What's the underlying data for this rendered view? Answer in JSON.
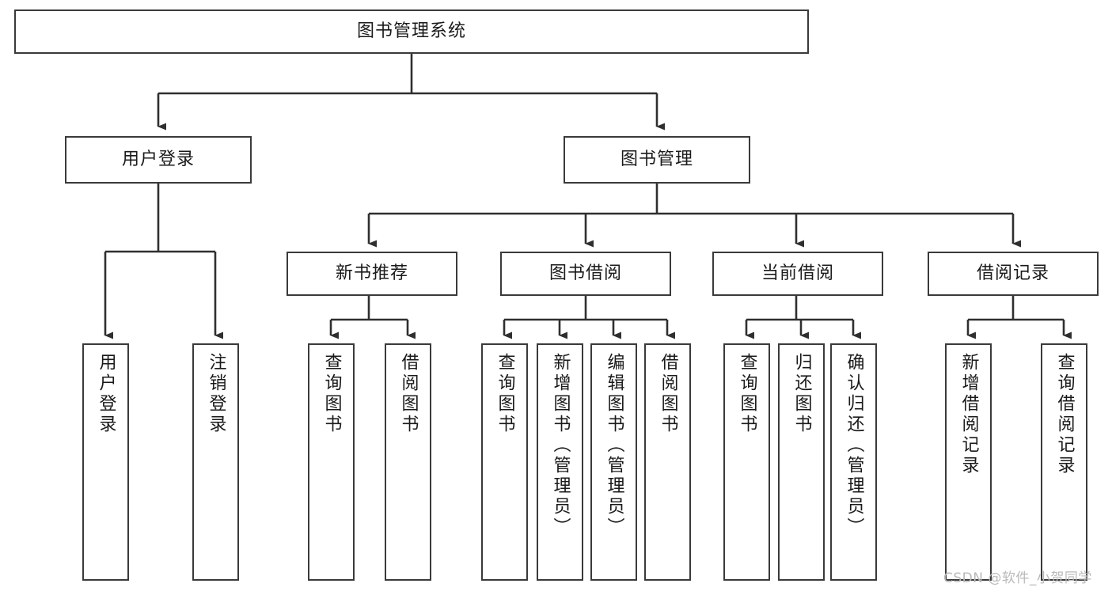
{
  "diagram": {
    "type": "tree-hierarchy-chart",
    "title": "图书管理系统",
    "orientation": "top-down",
    "colors": {
      "box_border": "#3a3a3a",
      "box_fill": "#ffffff",
      "connector": "#2f2f2f",
      "text": "#1a1a1a",
      "watermark": "#b9b9b9",
      "background": "#ffffff"
    }
  },
  "nodes": {
    "root": {
      "label": "图书管理系统",
      "level": 1
    },
    "level2": [
      {
        "id": "user-login",
        "label": "用户登录"
      },
      {
        "id": "book-management",
        "label": "图书管理"
      }
    ],
    "level3": [
      {
        "id": "new-book-recommend",
        "label": "新书推荐"
      },
      {
        "id": "book-borrow",
        "label": "图书借阅"
      },
      {
        "id": "current-borrow",
        "label": "当前借阅"
      },
      {
        "id": "borrow-record",
        "label": "借阅记录"
      }
    ],
    "leaves": {
      "user-login": [
        {
          "id": "leaf-user-login",
          "label": "用户登录"
        },
        {
          "id": "leaf-logout-login",
          "label": "注销登录"
        }
      ],
      "new-book-recommend": [
        {
          "id": "leaf-query-book-1",
          "label": "查询图书"
        },
        {
          "id": "leaf-borrow-book-1",
          "label": "借阅图书"
        }
      ],
      "book-borrow": [
        {
          "id": "leaf-query-book-2",
          "label": "查询图书"
        },
        {
          "id": "leaf-add-book",
          "label": "新增图书（管理员）"
        },
        {
          "id": "leaf-edit-book",
          "label": "编辑图书（管理员）"
        },
        {
          "id": "leaf-borrow-book-2",
          "label": "借阅图书"
        }
      ],
      "current-borrow": [
        {
          "id": "leaf-query-book-3",
          "label": "查询图书"
        },
        {
          "id": "leaf-return-book",
          "label": "归还图书"
        },
        {
          "id": "leaf-confirm-return",
          "label": "确认归还（管理员）"
        }
      ],
      "borrow-record": [
        {
          "id": "leaf-add-record",
          "label": "新增借阅记录"
        },
        {
          "id": "leaf-query-record",
          "label": "查询借阅记录"
        }
      ]
    }
  },
  "watermark": {
    "text": "CSDN @软件_小贺同学"
  }
}
